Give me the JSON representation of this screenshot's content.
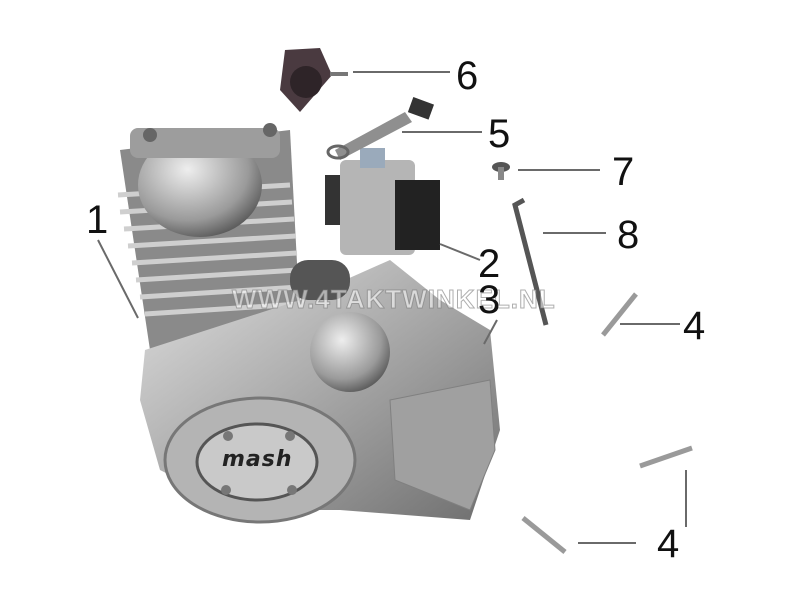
{
  "diagram": {
    "type": "exploded-parts-diagram",
    "subject": "motorcycle engine with carburetor assembly",
    "watermark": "WWW.4TAKTWINKEL.NL",
    "brand_badge": "mash",
    "callouts": [
      {
        "id": "callout-1",
        "number": "1",
        "part": "engine"
      },
      {
        "id": "callout-2",
        "number": "2",
        "part": "carburetor"
      },
      {
        "id": "callout-3",
        "number": "3",
        "part": "engine-mount-point"
      },
      {
        "id": "callout-4a",
        "number": "4",
        "part": "bolt-upper"
      },
      {
        "id": "callout-4b",
        "number": "4",
        "part": "bolts-lower"
      },
      {
        "id": "callout-5",
        "number": "5",
        "part": "throttle-bracket"
      },
      {
        "id": "callout-6",
        "number": "6",
        "part": "intake-manifold"
      },
      {
        "id": "callout-7",
        "number": "7",
        "part": "screw"
      },
      {
        "id": "callout-8",
        "number": "8",
        "part": "rod"
      }
    ]
  },
  "colors": {
    "background": "#ffffff",
    "engine_silver": "#b9b9b9",
    "engine_dark": "#3a3a3a",
    "leader_line": "#6a6a6a",
    "label_text": "#111111"
  }
}
